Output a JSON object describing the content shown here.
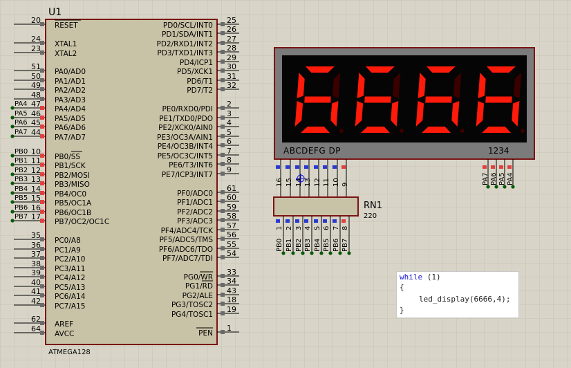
{
  "mcu": {
    "ref": "U1",
    "part": "ATMEGA128",
    "left_pins": [
      {
        "num": "20",
        "name": "RESET",
        "over": true
      },
      {
        "num": "24",
        "name": "XTAL1"
      },
      {
        "num": "23",
        "name": "XTAL2"
      },
      {
        "num": "51",
        "name": "PA0/AD0"
      },
      {
        "num": "50",
        "name": "PA1/AD1"
      },
      {
        "num": "49",
        "name": "PA2/AD2"
      },
      {
        "num": "48",
        "name": "PA3/AD3"
      },
      {
        "num": "47",
        "name": "PA4/AD4",
        "net": "PA4"
      },
      {
        "num": "46",
        "name": "PA5/AD5",
        "net": "PA5"
      },
      {
        "num": "45",
        "name": "PA6/AD6",
        "net": "PA6"
      },
      {
        "num": "44",
        "name": "PA7/AD7",
        "net": "PA7"
      },
      {
        "num": "10",
        "name": "PB0/SS",
        "net": "PB0"
      },
      {
        "num": "11",
        "name": "PB1/SCK",
        "net": "PB1"
      },
      {
        "num": "12",
        "name": "PB2/MOSI",
        "net": "PB2"
      },
      {
        "num": "13",
        "name": "PB3/MISO",
        "net": "PB3"
      },
      {
        "num": "14",
        "name": "PB4/OC0",
        "net": "PB4"
      },
      {
        "num": "15",
        "name": "PB5/OC1A",
        "net": "PB5"
      },
      {
        "num": "16",
        "name": "PB6/OC1B",
        "net": "PB6"
      },
      {
        "num": "17",
        "name": "PB7/OC2/OC1C",
        "net": "PB7"
      },
      {
        "num": "35",
        "name": "PC0/A8"
      },
      {
        "num": "36",
        "name": "PC1/A9"
      },
      {
        "num": "37",
        "name": "PC2/A10"
      },
      {
        "num": "38",
        "name": "PC3/A11"
      },
      {
        "num": "39",
        "name": "PC4/A12"
      },
      {
        "num": "40",
        "name": "PC5/A13"
      },
      {
        "num": "41",
        "name": "PC6/A14"
      },
      {
        "num": "42",
        "name": "PC7/A15"
      },
      {
        "num": "62",
        "name": "AREF"
      },
      {
        "num": "64",
        "name": "AVCC"
      }
    ],
    "right_pins": [
      {
        "num": "25",
        "name": "PD0/SCL/INT0"
      },
      {
        "num": "26",
        "name": "PD1/SDA/INT1"
      },
      {
        "num": "27",
        "name": "PD2/RXD1/INT2"
      },
      {
        "num": "28",
        "name": "PD3/TXD1/INT3"
      },
      {
        "num": "29",
        "name": "PD4/ICP1"
      },
      {
        "num": "30",
        "name": "PD5/XCK1"
      },
      {
        "num": "31",
        "name": "PD6/T1"
      },
      {
        "num": "32",
        "name": "PD7/T2"
      },
      {
        "num": "2",
        "name": "PE0/RXD0/PDI"
      },
      {
        "num": "3",
        "name": "PE1/TXD0/PDO"
      },
      {
        "num": "4",
        "name": "PE2/XCK0/AIN0"
      },
      {
        "num": "5",
        "name": "PE3/OC3A/AIN1"
      },
      {
        "num": "6",
        "name": "PE4/OC3B/INT4"
      },
      {
        "num": "7",
        "name": "PE5/OC3C/INT5"
      },
      {
        "num": "8",
        "name": "PE6/T3/INT6"
      },
      {
        "num": "9",
        "name": "PE7/ICP3/INT7"
      },
      {
        "num": "61",
        "name": "PF0/ADC0"
      },
      {
        "num": "60",
        "name": "PF1/ADC1"
      },
      {
        "num": "59",
        "name": "PF2/ADC2"
      },
      {
        "num": "58",
        "name": "PF3/ADC3"
      },
      {
        "num": "57",
        "name": "PF4/ADC4/TCK"
      },
      {
        "num": "56",
        "name": "PF5/ADC5/TMS"
      },
      {
        "num": "55",
        "name": "PF6/ADC6/TDO"
      },
      {
        "num": "54",
        "name": "PF7/ADC7/TDI"
      },
      {
        "num": "33",
        "name": "PG0/WR"
      },
      {
        "num": "34",
        "name": "PG1/RD"
      },
      {
        "num": "43",
        "name": "PG2/ALE"
      },
      {
        "num": "18",
        "name": "PG3/TOSC2"
      },
      {
        "num": "19",
        "name": "PG4/TOSC1"
      },
      {
        "num": "1",
        "name": "PEN",
        "over": true
      }
    ]
  },
  "display": {
    "digits": [
      "6",
      "6",
      "6",
      "6"
    ],
    "segment_label": "ABCDEFG DP",
    "digit_label": "1234",
    "segment_pins": [
      "16",
      "15",
      "14",
      "13",
      "12",
      "11",
      "10",
      "9"
    ],
    "digit_nets": [
      "PA7",
      "PA6",
      "PA5",
      "PA4"
    ],
    "segment_color": "#ff1a0a",
    "body_color": "#7a7a7a"
  },
  "rn1": {
    "ref": "RN1",
    "value": "220",
    "top_pins": [
      "16",
      "15",
      "14",
      "13",
      "12",
      "11",
      "10",
      "9"
    ],
    "bottom_pins": [
      "1",
      "2",
      "3",
      "4",
      "5",
      "6",
      "7",
      "8"
    ],
    "bottom_nets": [
      "PB0",
      "PB1",
      "PB2",
      "PB3",
      "PB4",
      "PB5",
      "PB6",
      "PB7"
    ]
  },
  "code": {
    "line1_kw": "while",
    "line1_rest": " (1)",
    "line2": "{",
    "line3": "led_display(6666,4);",
    "line4": "}"
  }
}
